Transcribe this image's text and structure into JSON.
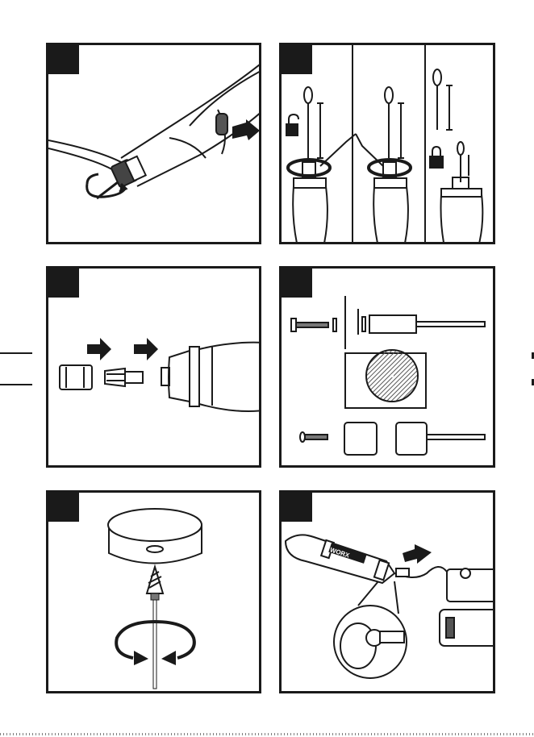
{
  "manual": {
    "figures": [
      {
        "id": 1,
        "icons": [
          "collet-nut-icon",
          "rotate-arrow-icon",
          "lock-button-icon",
          "push-arrow-icon"
        ]
      },
      {
        "id": 2,
        "icons": [
          "unlock-icon",
          "lock-icon",
          "wrench-icon",
          "rotate-arrow-icon"
        ]
      },
      {
        "id": 3,
        "icons": [
          "collet-nut-icon",
          "collet-icon",
          "arrow-right-icon",
          "tool-body-icon"
        ]
      },
      {
        "id": 4,
        "icons": [
          "mandrel-icon",
          "cutting-disc-icon",
          "sanding-drum-icon"
        ]
      },
      {
        "id": 5,
        "icons": [
          "polishing-wheel-icon",
          "bit-icon",
          "rotate-arrow-icon"
        ]
      },
      {
        "id": 6,
        "icons": [
          "tool-body-icon",
          "battery-pack-icon",
          "cable-icon",
          "push-arrow-icon",
          "magnifier-icon"
        ]
      }
    ],
    "brand_mark": "WORX",
    "colors": {
      "ink": "#1a1a1a",
      "background": "#ffffff",
      "hatch": "#555555"
    }
  }
}
